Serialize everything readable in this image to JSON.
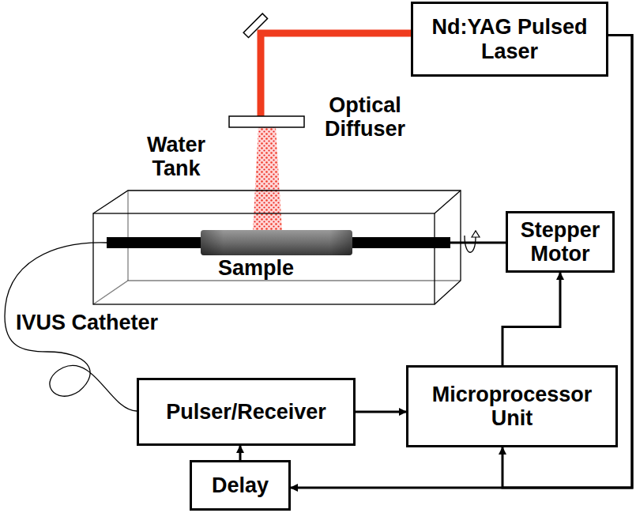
{
  "diagram": {
    "nodes": [
      {
        "text": [
          "Nd:YAG Pulsed Laser"
        ]
      },
      {
        "text": [
          "Stepper Motor"
        ]
      },
      {
        "text": [
          "Microprocessor Unit"
        ]
      },
      {
        "text": [
          "Pulser/Receiver"
        ]
      },
      {
        "text": [
          "Delay"
        ]
      }
    ],
    "edges": [
      {
        "from": 3,
        "to": 2,
        "arrow": "to"
      },
      {
        "from": 2,
        "to": 1,
        "arrow": "to"
      },
      {
        "from": 0,
        "to": 4,
        "arrow": "to"
      },
      {
        "from": 0,
        "to": 2,
        "arrow": "to"
      },
      {
        "from": 4,
        "to": 3,
        "arrow": "to"
      }
    ],
    "labels": [
      "Optical Diffuser",
      "Water Tank",
      "Sample",
      "IVUS Catheter"
    ]
  }
}
